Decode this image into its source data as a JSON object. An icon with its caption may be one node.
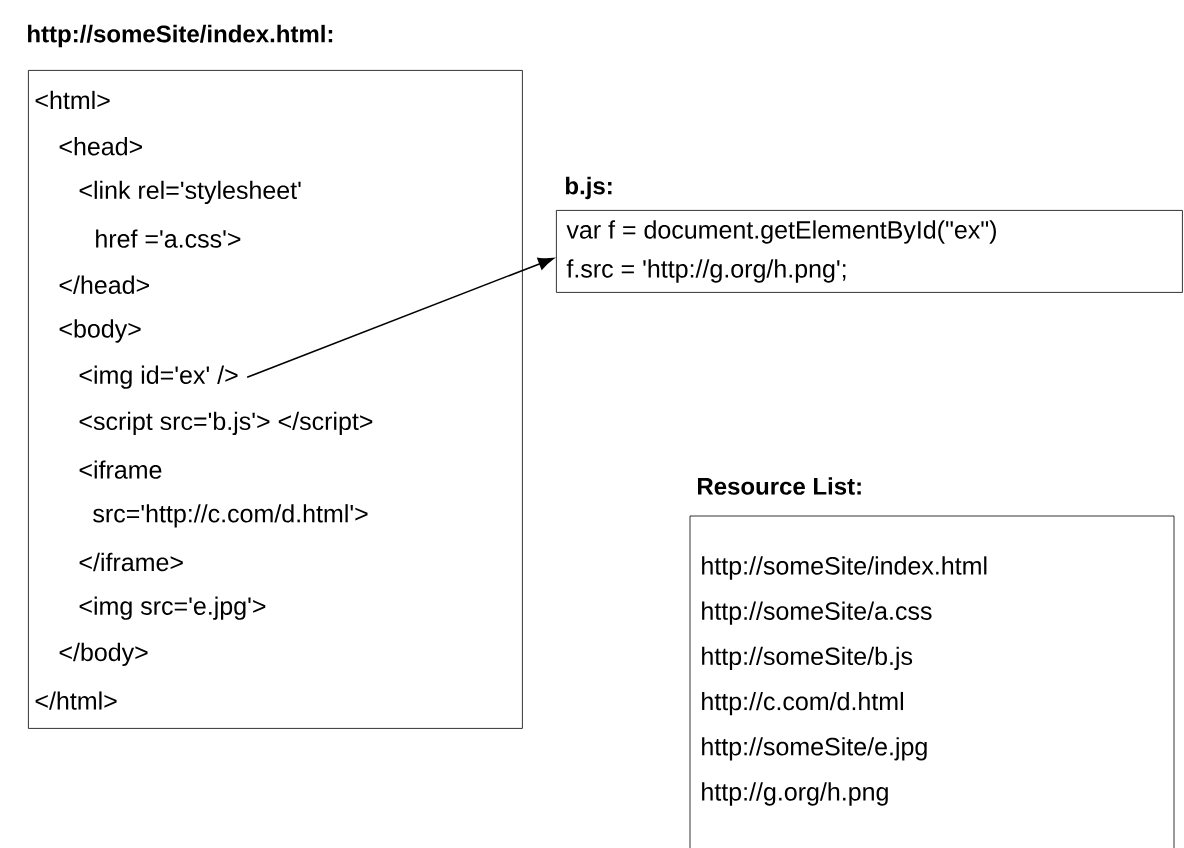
{
  "diagram": {
    "nodes": [
      {
        "text": [
          "http://someSite/index.html:",
          "<html>",
          "<head>",
          "<link rel='stylesheet'",
          "href ='a.css'>",
          "</head>",
          "<body>",
          "<script src='b.js'> </script>",
          "<iframe",
          "src='http://c.com/d.html'>",
          "</iframe>",
          "<img src='e.jpg'>",
          "</body>",
          "</html>"
        ]
      },
      {
        "text": [
          "<img id='ex' />"
        ],
        "in": 0
      },
      {
        "text": [
          "b.js:",
          "var f = document.getElementById(\"ex\")",
          "f.src = 'http://g.org/h.png';"
        ]
      },
      {
        "text": [
          "Resource List:",
          "http://someSite/index.html",
          "http://someSite/a.css",
          "http://someSite/b.js",
          "http://c.com/d.html",
          "http://someSite/e.jpg",
          "http://g.org/h.png"
        ]
      }
    ],
    "edges": [
      {
        "from": 1,
        "to": 2,
        "arrow": "to"
      }
    ]
  }
}
